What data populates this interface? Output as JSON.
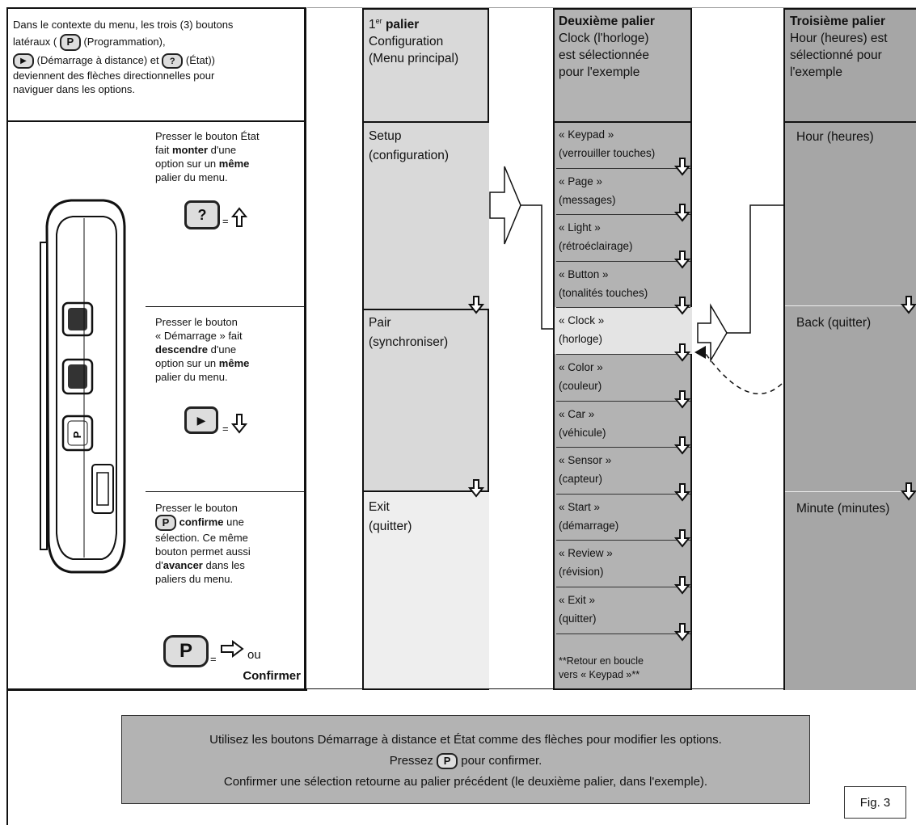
{
  "intro": {
    "line1": "Dans le contexte du menu, les trois (3) boutons",
    "line2a": "latéraux (",
    "line2b": "(Programmation),",
    "line3a": "(Démarrage à distance) et",
    "line3b": "(État))",
    "line4": "deviennent des flèches directionnelles pour",
    "line5": "naviguer dans les options."
  },
  "instructions": {
    "state": [
      "Presser le bouton État",
      "fait ",
      "monter",
      " d'une",
      "option sur un ",
      "même",
      "palier du menu."
    ],
    "start": [
      "Presser le bouton",
      "« Démarrage » fait",
      "descendre",
      " d'une",
      "option sur un ",
      "même",
      "palier du menu."
    ],
    "prog": [
      "Presser le bouton",
      "confirme",
      " une",
      "sélection. Ce même",
      "bouton permet aussi",
      "d'",
      "avancer",
      " dans les",
      "paliers du menu."
    ],
    "ou": "ou",
    "confirmer": "Confirmer",
    "eq": "="
  },
  "icons": {
    "p": "P",
    "state": "?",
    "start": "▶"
  },
  "col1": {
    "h_sup": "er",
    "h_num": "1",
    "h_title": "palier",
    "h_l2": "Configuration",
    "h_l3": "(Menu principal)",
    "items": [
      {
        "a": "Setup",
        "b": "(configuration)"
      },
      {
        "a": "Pair",
        "b": "(synchroniser)"
      },
      {
        "a": "Exit",
        "b": "(quitter)"
      }
    ]
  },
  "col2": {
    "h_title": "Deuxième palier",
    "h_l2": "Clock (l'horloge)",
    "h_l3": "est sélectionnée",
    "h_l4": "pour l'exemple",
    "items": [
      {
        "a": "« Keypad »",
        "b": "(verrouiller touches)"
      },
      {
        "a": "« Page »",
        "b": "(messages)"
      },
      {
        "a": "« Light »",
        "b": "(rétroéclairage)"
      },
      {
        "a": "« Button »",
        "b": "(tonalités touches)"
      },
      {
        "a": "« Clock »",
        "b": "(horloge)"
      },
      {
        "a": "« Color »",
        "b": "(couleur)"
      },
      {
        "a": "« Car »",
        "b": "(véhicule)"
      },
      {
        "a": "« Sensor »",
        "b": "(capteur)"
      },
      {
        "a": "« Start »",
        "b": "(démarrage)"
      },
      {
        "a": "« Review »",
        "b": "(révision)"
      },
      {
        "a": "« Exit »",
        "b": "(quitter)"
      }
    ],
    "loop1": "**Retour en boucle",
    "loop2": "vers « Keypad »**"
  },
  "col3": {
    "h_title": "Troisième palier",
    "h_l2": "Hour (heures) est",
    "h_l3": "sélectionné pour",
    "h_l4": "l'exemple",
    "items": [
      "Hour (heures)",
      "Back (quitter)",
      "Minute (minutes)"
    ]
  },
  "note": {
    "line1": "Utilisez les boutons Démarrage à distance et État comme des flèches pour modifier les options.",
    "line2a": "Pressez",
    "line2b": "pour confirmer.",
    "line3": "Confirmer une sélection retourne au palier précédent (le deuxième palier, dans l'exemple)."
  },
  "fig": "Fig. 3",
  "colors": {
    "light": "#d9d9d9",
    "mid": "#b3b3b3",
    "dark": "#a6a6a6",
    "border": "#111111"
  }
}
